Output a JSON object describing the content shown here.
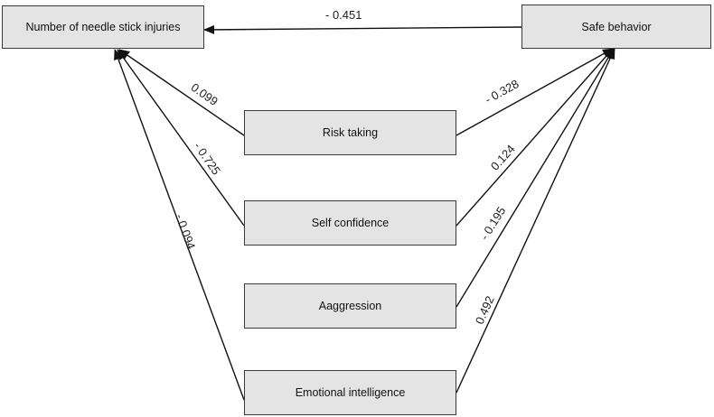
{
  "nodes": {
    "needle": "Number of needle stick injuries",
    "safe": "Safe behavior",
    "risk": "Risk taking",
    "confidence": "Self confidence",
    "aggression": "Aaggression",
    "emotional": "Emotional intelligence"
  },
  "paths": {
    "safe_to_needle": "- 0.451",
    "risk_to_needle": "0.099",
    "confidence_to_needle": "- 0.725",
    "emotional_to_needle": "- 0.094",
    "risk_to_safe": "- 0.328",
    "confidence_to_safe": "0.124",
    "aggression_to_safe": "- 0.195",
    "emotional_to_safe": "0.492"
  },
  "colors": {
    "box_fill": "#e4e4e4",
    "line": "#111111"
  }
}
